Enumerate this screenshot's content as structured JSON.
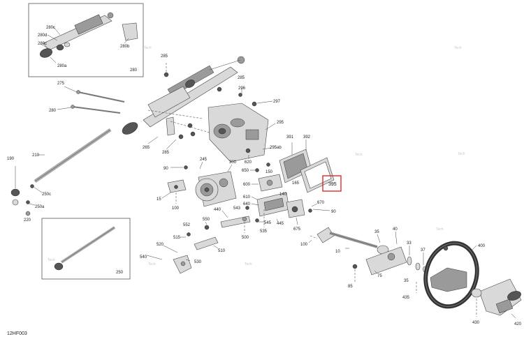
{
  "diagram": {
    "reference_code": "12HF003",
    "highlight_color": "#e0191f",
    "watermark_text": "Tech",
    "callouts": {
      "c280c": "280c",
      "c280d": "280d",
      "c280a": "280a",
      "c280b": "280b",
      "c280": "280",
      "c285top": "285",
      "c296": "296",
      "c297": "297",
      "c275": "275",
      "c280left": "280",
      "c295": "295",
      "c620": "620",
      "c391": "391",
      "c392": "392",
      "c295ab": "295ab",
      "c265": "265",
      "c285b": "285",
      "c90a": "90",
      "c245": "245",
      "c300": "300",
      "c650": "650",
      "c150": "150",
      "c600": "600",
      "c610": "610",
      "c140": "140",
      "c395": "395",
      "c210": "210",
      "c190": "190",
      "c250c": "250c",
      "c250a": "250a",
      "c220": "220",
      "c15": "15",
      "c100a": "100",
      "c640": "640",
      "c543": "543",
      "c440": "440",
      "c545": "545",
      "c445": "445",
      "c670": "670",
      "c90b": "90",
      "c675": "675",
      "c535": "535",
      "c550": "550",
      "c552": "552",
      "c515": "515",
      "c500": "500",
      "c510": "510",
      "c520": "520",
      "c540": "540",
      "c530": "530",
      "c100b": "100",
      "c10": "10",
      "c35a": "35",
      "c40": "40",
      "c33": "33",
      "c37": "37",
      "c400": "400",
      "c75": "75",
      "c35b": "35",
      "c85": "85",
      "c435": "435",
      "c430": "430",
      "c420": "420",
      "c250": "250"
    }
  }
}
